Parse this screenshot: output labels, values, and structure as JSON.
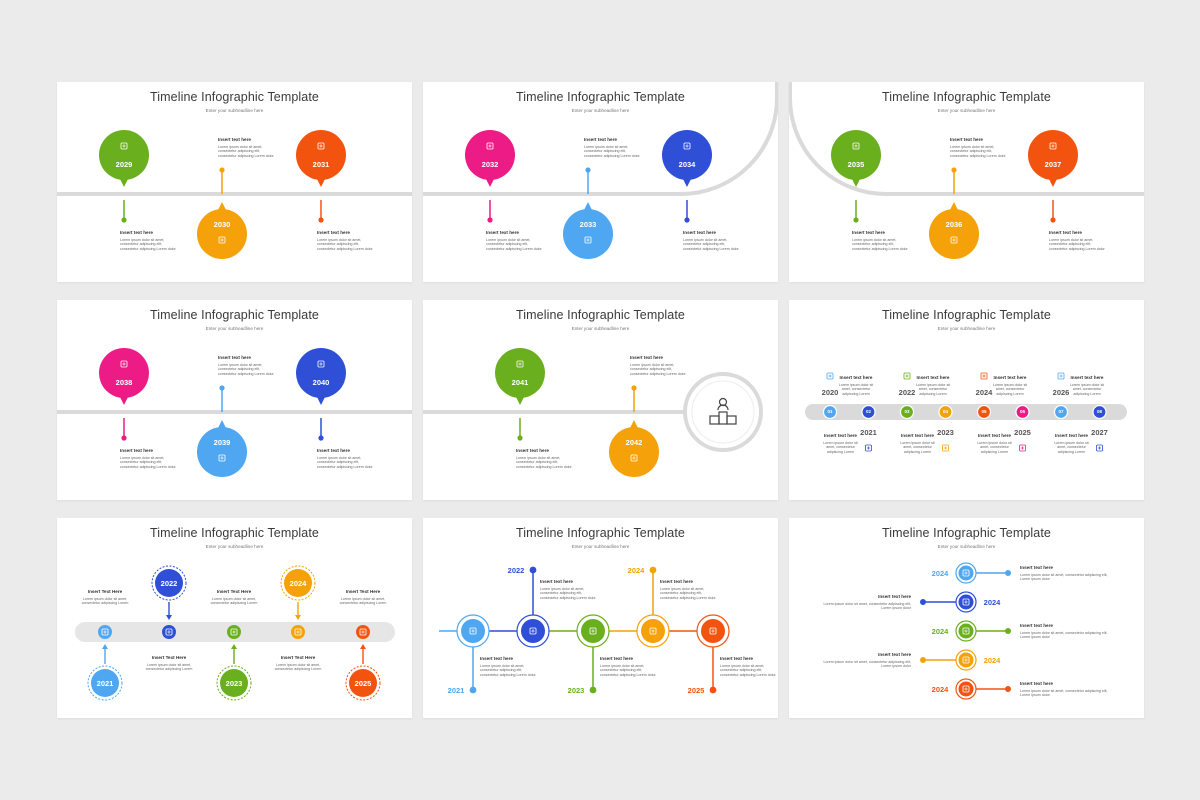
{
  "title": "Timeline Infographic Template",
  "subtitle": "Enter your subheadline here",
  "item_heading": "Insert text here",
  "item_heading_caps": "Insert Text Here",
  "item_body": "Lorem ipsum dolor sit amet, consectetur adipiscing elit, consectetur adipiscing Lorem dolor",
  "item_body_short": "Lorem ipsum dolor sit amet, consectetur adipiscing Lorem",
  "item_body_line": "Lorem ipsum dolor sit amet, consectetur adipiscing elit, Lorem ipsum dolor",
  "colors": {
    "green": "#6aaf1e",
    "orange": "#f4a10a",
    "red_orange": "#f2540f",
    "magenta": "#ec1b86",
    "light_blue": "#4fa7f2",
    "blue": "#2e4fd6",
    "gray_line": "#dadada",
    "background": "#ebebeb"
  },
  "slides": [
    {
      "years": [
        "2029",
        "2030",
        "2031"
      ],
      "icons": [
        "shield-icon",
        "chart-icon",
        "rocket-icon"
      ]
    },
    {
      "years": [
        "2032",
        "2033",
        "2034"
      ],
      "icons": [
        "coins-icon",
        "handshake-icon",
        "bank-icon"
      ]
    },
    {
      "years": [
        "2035",
        "2036",
        "2037"
      ],
      "icons": [
        "building-icon",
        "hand-money-icon",
        "document-icon"
      ]
    },
    {
      "years": [
        "2038",
        "2039",
        "2040"
      ],
      "icons": [
        "target-icon",
        "money-bag-icon",
        "growth-icon"
      ]
    },
    {
      "years": [
        "2041",
        "2042"
      ],
      "icons": [
        "report-icon",
        "gift-icon",
        "podium-icon"
      ]
    },
    {
      "steps": [
        "01",
        "02",
        "03",
        "04",
        "05",
        "06",
        "07",
        "08"
      ],
      "years": [
        "2020",
        "2021",
        "2022",
        "2023",
        "2024",
        "2025",
        "2026",
        "2027"
      ]
    },
    {
      "years": [
        "2021",
        "2022",
        "2023",
        "2024",
        "2025"
      ]
    },
    {
      "years": [
        "2021",
        "2022",
        "2023",
        "2024",
        "2025"
      ]
    },
    {
      "years": [
        "2024",
        "2024",
        "2024",
        "2024",
        "2024"
      ]
    }
  ]
}
